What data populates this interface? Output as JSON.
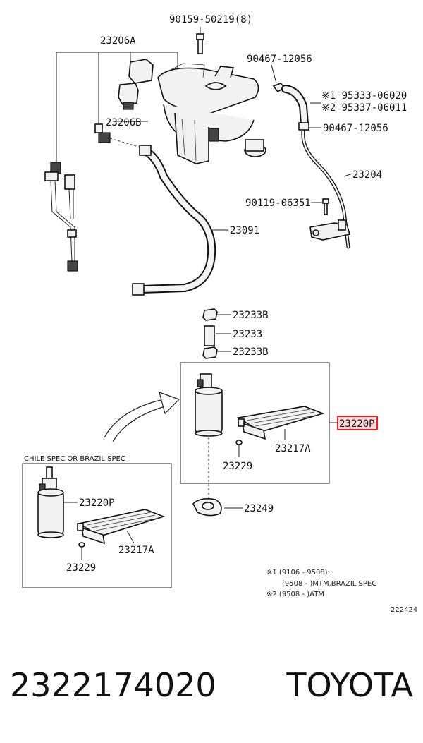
{
  "labels": {
    "bolt_top": "90159-50219(8)",
    "connector_a": "23206A",
    "clamp_upper": "90467-12056",
    "hose_note1": "※1 95333-06020",
    "hose_note2": "※2 95337-06011",
    "clamp_lower": "90467-12056",
    "connector_b": "23206B",
    "fuel_tube": "23204",
    "bolt_mid": "90119-06351",
    "hose_main": "23091",
    "cushion_upper": "23233B",
    "cushion": "23233",
    "cushion_lower": "23233B",
    "pump_assy": "23220P",
    "filter": "23217A",
    "gasket": "23229",
    "retainer": "23249",
    "chile_title": "CHILE SPEC OR BRAZIL SPEC",
    "chile_pump": "23220P",
    "chile_filter": "23217A",
    "chile_gasket": "23229"
  },
  "notes": {
    "line1": "※1 (9106 - 9508):",
    "line2": "(9508 -        )MTM,BRAZIL SPEC",
    "line3": "※2 (9508 -        )ATM",
    "code": "222424"
  },
  "caption": {
    "part_number": "2322174020",
    "brand": "TOYOTA"
  },
  "colors": {
    "highlight": "#e0202a"
  }
}
